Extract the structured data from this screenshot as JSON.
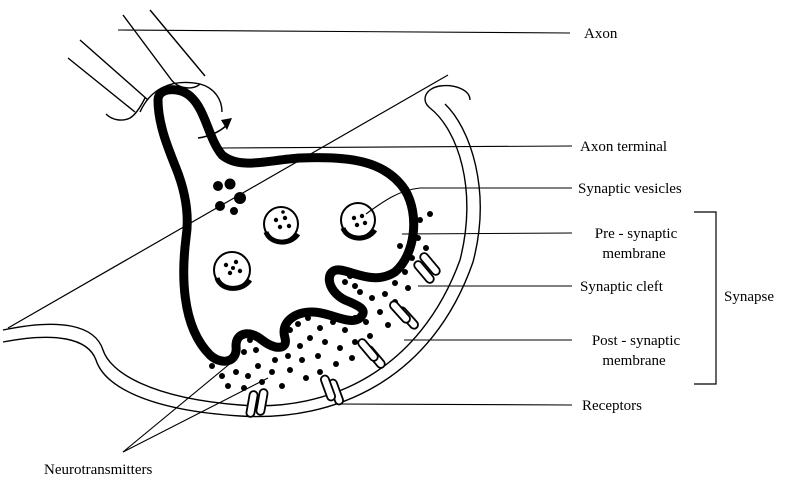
{
  "labels": {
    "axon": "Axon",
    "axon_terminal": "Axon terminal",
    "synaptic_vesicles": "Synaptic vesicles",
    "pre_synaptic_line1": "Pre - synaptic",
    "pre_synaptic_line2": "membrane",
    "synaptic_cleft": "Synaptic cleft",
    "post_synaptic_line1": "Post - synaptic",
    "post_synaptic_line2": "membrane",
    "receptors": "Receptors",
    "synapse": "Synapse",
    "neurotransmitters": "Neurotransmitters"
  },
  "colors": {
    "ink": "#000000",
    "background": "#ffffff"
  }
}
